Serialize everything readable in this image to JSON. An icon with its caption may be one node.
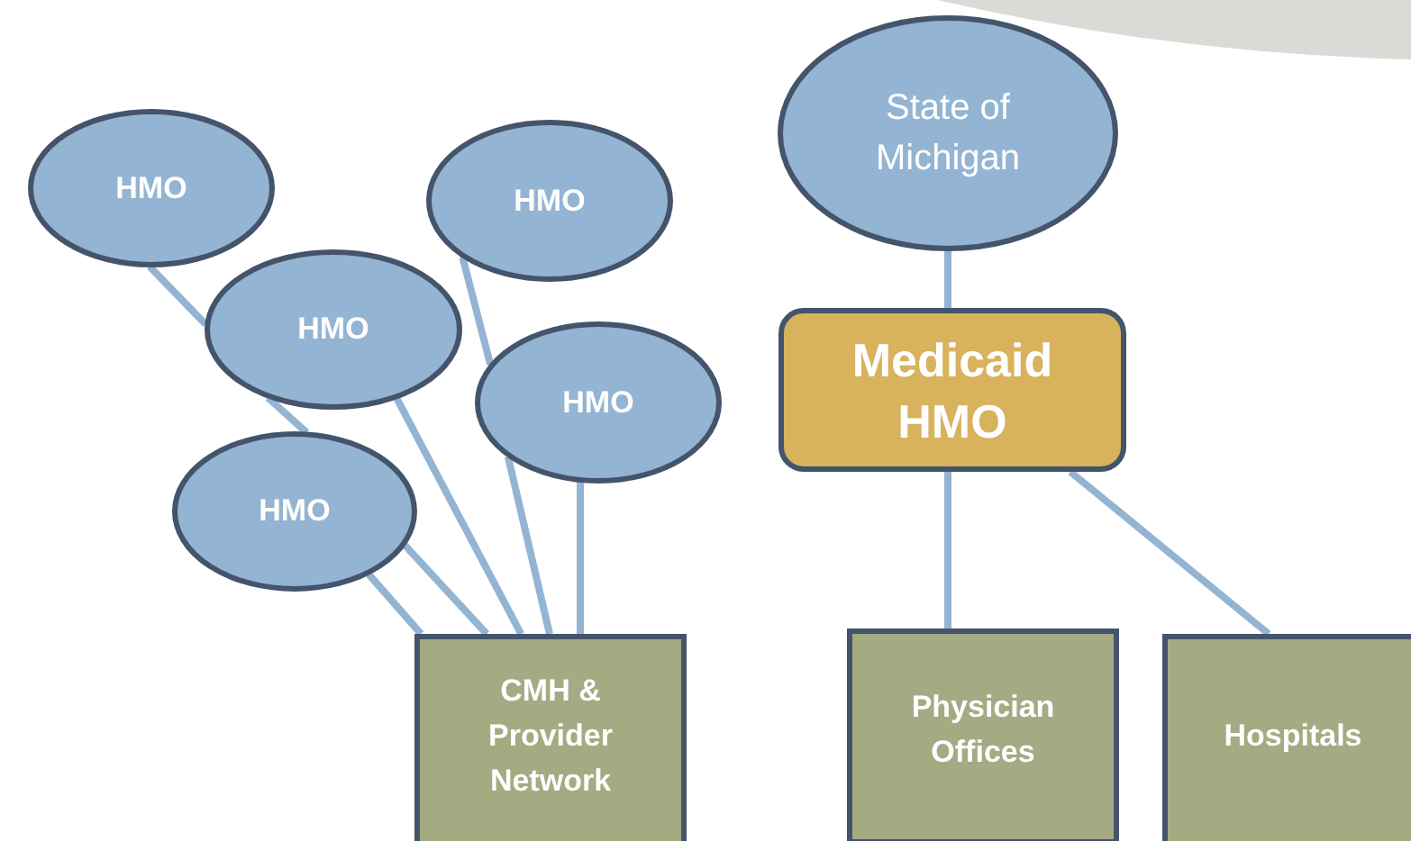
{
  "diagram": {
    "nodes": [
      {
        "text": [
          "HMO"
        ]
      },
      {
        "text": [
          "HMO"
        ]
      },
      {
        "text": [
          "State of Michigan"
        ]
      },
      {
        "text": [
          "HMO"
        ]
      },
      {
        "text": [
          "Medicaid HMO"
        ]
      },
      {
        "text": [
          "HMO"
        ]
      },
      {
        "text": [
          "HMO"
        ]
      },
      {
        "text": [
          "CMH & Provider Network"
        ]
      },
      {
        "text": [
          "Physician Offices"
        ]
      },
      {
        "text": [
          "Hospitals"
        ]
      }
    ],
    "edges": [
      {
        "from": 0,
        "to": 3,
        "arrow": "none"
      },
      {
        "from": 3,
        "to": 6,
        "arrow": "none"
      },
      {
        "from": 1,
        "to": 5,
        "arrow": "none"
      },
      {
        "from": 6,
        "to": 7,
        "arrow": "none"
      },
      {
        "from": 6,
        "to": 7,
        "arrow": "none"
      },
      {
        "from": 3,
        "to": 7,
        "arrow": "none"
      },
      {
        "from": 5,
        "to": 7,
        "arrow": "none"
      },
      {
        "from": 5,
        "to": 7,
        "arrow": "none"
      },
      {
        "from": 2,
        "to": 4,
        "arrow": "none"
      },
      {
        "from": 4,
        "to": 8,
        "arrow": "none"
      },
      {
        "from": 4,
        "to": 9,
        "arrow": "none"
      }
    ]
  }
}
